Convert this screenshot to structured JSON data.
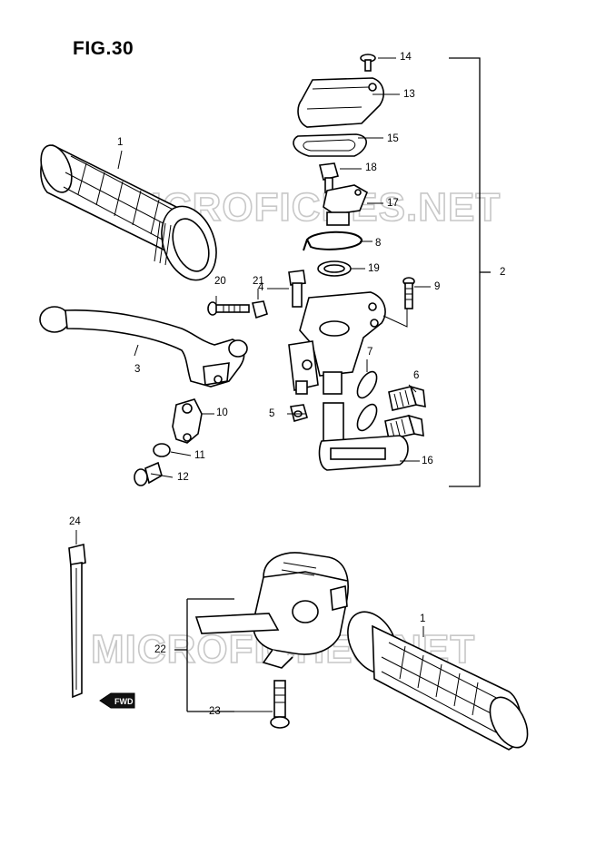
{
  "figure": {
    "title": "FIG.30",
    "watermark": "MICROFICHES.NET",
    "fwd_label": "FWD"
  },
  "callouts": {
    "c1_left": "1",
    "c1_right": "1",
    "c2": "2",
    "c3": "3",
    "c4": "4",
    "c5": "5",
    "c6": "6",
    "c7": "7",
    "c8": "8",
    "c9": "9",
    "c10": "10",
    "c11": "11",
    "c12": "12",
    "c13": "13",
    "c14": "14",
    "c15": "15",
    "c16": "16",
    "c17": "17",
    "c18": "18",
    "c19": "19",
    "c20": "20",
    "c21": "21",
    "c22": "22",
    "c23": "23",
    "c24": "24"
  }
}
